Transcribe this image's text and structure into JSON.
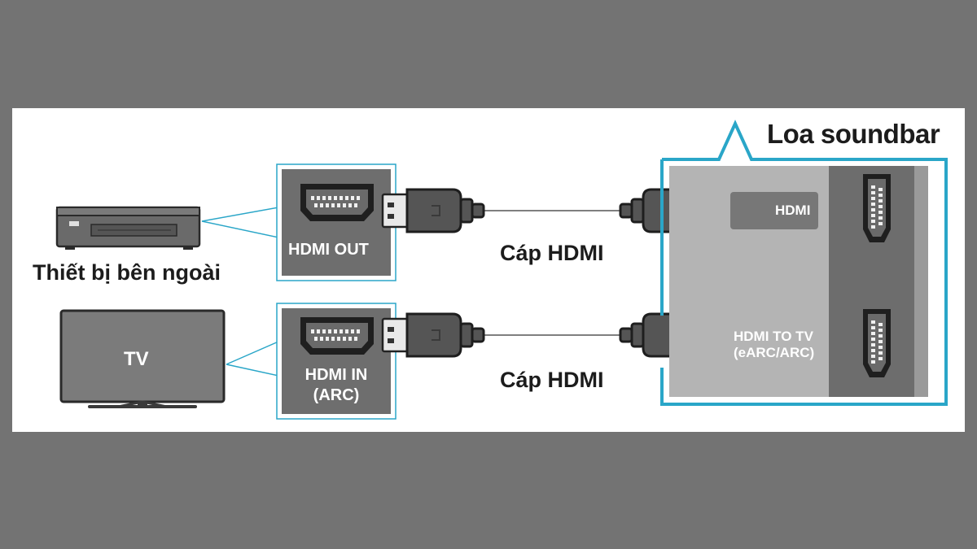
{
  "title": "Loa soundbar",
  "devices": {
    "external": {
      "label": "Thiết bị bên ngoài",
      "icon": "blu-ray-player-icon"
    },
    "tv": {
      "label": "TV",
      "icon": "tv-icon"
    }
  },
  "ports": {
    "hdmi_out": "HDMI OUT",
    "hdmi_in_arc_line1": "HDMI IN",
    "hdmi_in_arc_line2": "(ARC)"
  },
  "cables": {
    "top": "Cáp HDMI",
    "bottom": "Cáp HDMI"
  },
  "soundbar_ports": {
    "hdmi": "HDMI",
    "hdmi_to_tv_line1": "HDMI TO TV",
    "hdmi_to_tv_line2": "(eARC/ARC)"
  },
  "colors": {
    "background": "#737373",
    "canvas": "#ffffff",
    "accent_cyan": "#2aa6c8",
    "panel_gray": "#6e6e6e",
    "soundbar_panel": "#b4b4b4",
    "cable_black": "#333333"
  }
}
